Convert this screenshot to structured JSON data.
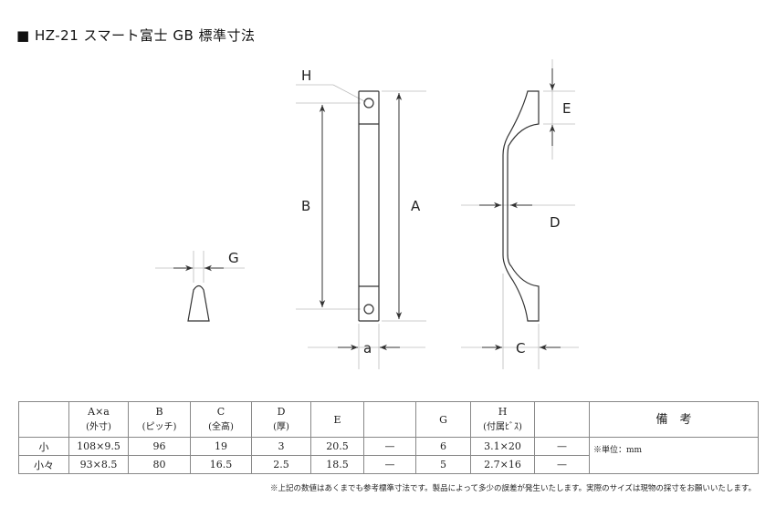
{
  "title": "■ HZ-21 スマート富士 GB 標準寸法",
  "drawing_labels": {
    "H": "H",
    "B": "B",
    "A": "A",
    "a": "a",
    "E": "E",
    "D": "D",
    "C": "C",
    "G": "G"
  },
  "table": {
    "headers": [
      {
        "main": "",
        "sub": ""
      },
      {
        "main": "A×a",
        "sub": "(外寸)"
      },
      {
        "main": "B",
        "sub": "(ピッチ)"
      },
      {
        "main": "C",
        "sub": "(全高)"
      },
      {
        "main": "D",
        "sub": "(厚)"
      },
      {
        "main": "E",
        "sub": ""
      },
      {
        "main": "",
        "sub": ""
      },
      {
        "main": "G",
        "sub": ""
      },
      {
        "main": "H",
        "sub": "(付属ﾋﾞｽ)"
      },
      {
        "main": "",
        "sub": ""
      },
      {
        "main": "備　考",
        "sub": ""
      }
    ],
    "rows": [
      [
        "小",
        "108×9.5",
        "96",
        "19",
        "3",
        "20.5",
        "—",
        "6",
        "3.1×20",
        "—"
      ],
      [
        "小々",
        "93×8.5",
        "80",
        "16.5",
        "2.5",
        "18.5",
        "—",
        "5",
        "2.7×16",
        "—"
      ]
    ],
    "remark": "※単位：mm"
  },
  "footnote": "※上記の数値はあくまでも参考標準寸法です。製品によって多少の誤差が発生いたします。実際のサイズは現物の採寸をお願いいたします。"
}
